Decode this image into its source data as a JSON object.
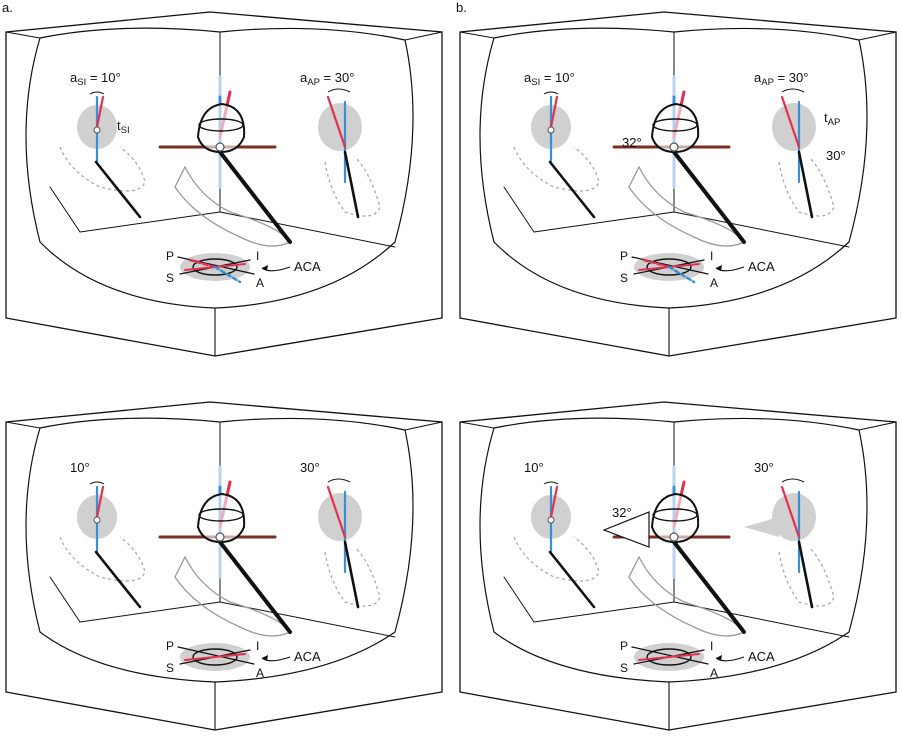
{
  "panel_labels": {
    "a": "a.",
    "b": "b."
  },
  "colors": {
    "blue_axis": "#3b8fd6",
    "red_axis": "#e0314f",
    "brown_axis": "#7a2f25",
    "shadow": "#d0d0d0",
    "ink": "#111111"
  },
  "panels": [
    {
      "name": "top-left",
      "left_angle": "a",
      "left_angle_sub": "SI",
      "left_angle_value": " = 10°",
      "left_tilt": "t",
      "left_tilt_sub": "SI",
      "right_angle": "a",
      "right_angle_sub": "AP",
      "right_angle_value": " = 30°",
      "right_tilt": "",
      "right_tilt_sub": "",
      "right_extra": "",
      "center_angle": "",
      "aca": "ACA",
      "dir_p": "P",
      "dir_i": "I",
      "dir_s": "S",
      "dir_a": "A"
    },
    {
      "name": "top-right",
      "left_angle": "a",
      "left_angle_sub": "SI",
      "left_angle_value": " = 10°",
      "left_tilt": "",
      "left_tilt_sub": "",
      "right_angle": "a",
      "right_angle_sub": "AP",
      "right_angle_value": " = 30°",
      "right_tilt": "t",
      "right_tilt_sub": "AP",
      "right_extra": "30°",
      "center_angle": "32°",
      "aca": "ACA",
      "dir_p": "P",
      "dir_i": "I",
      "dir_s": "S",
      "dir_a": "A"
    },
    {
      "name": "bottom-left",
      "left_angle": "10°",
      "left_angle_sub": "",
      "left_angle_value": "",
      "left_tilt": "",
      "left_tilt_sub": "",
      "right_angle": "30°",
      "right_angle_sub": "",
      "right_angle_value": "",
      "right_tilt": "",
      "right_tilt_sub": "",
      "right_extra": "",
      "center_angle": "",
      "aca": "ACA",
      "dir_p": "P",
      "dir_i": "I",
      "dir_s": "S",
      "dir_a": "A"
    },
    {
      "name": "bottom-right",
      "left_angle": "10°",
      "left_angle_sub": "",
      "left_angle_value": "",
      "left_tilt": "",
      "left_tilt_sub": "",
      "right_angle": "30°",
      "right_angle_sub": "",
      "right_angle_value": "",
      "right_tilt": "",
      "right_tilt_sub": "",
      "right_extra": "",
      "center_angle": "32°",
      "aca": "ACA",
      "dir_p": "P",
      "dir_i": "I",
      "dir_s": "S",
      "dir_a": "A"
    }
  ]
}
